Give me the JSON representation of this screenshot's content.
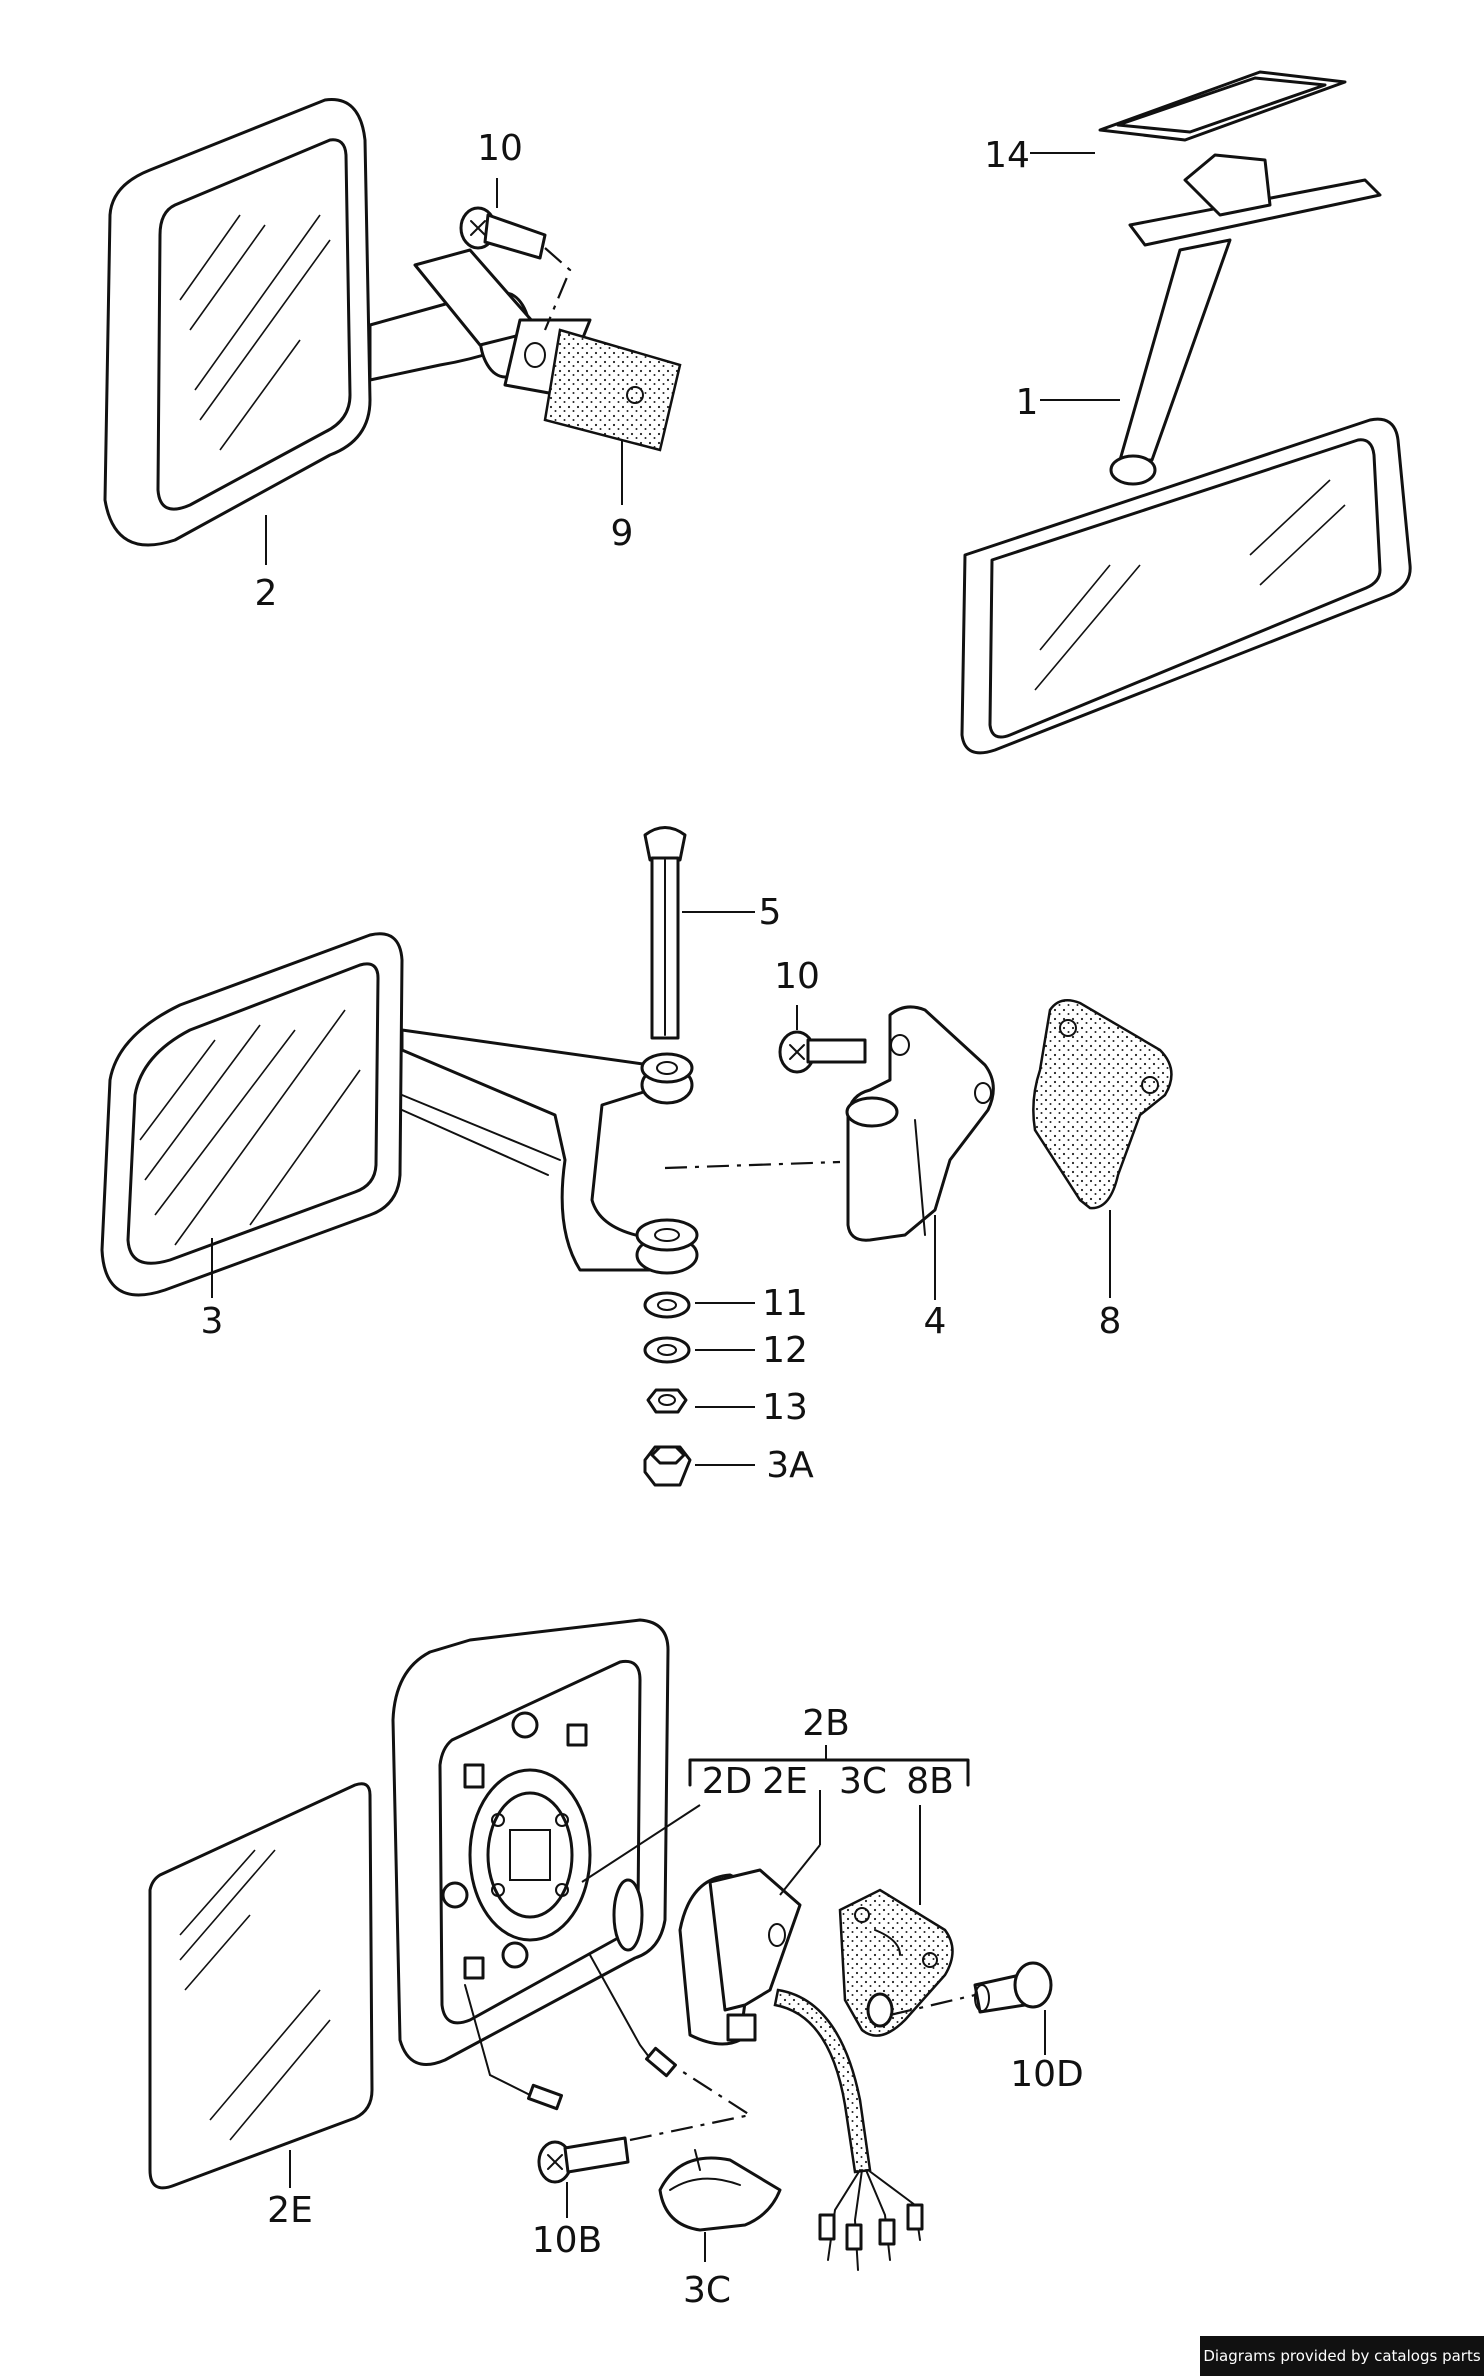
{
  "labels": {
    "p1": "1",
    "p2": "2",
    "p3": "3",
    "p3a": "3A",
    "p4": "4",
    "p5": "5",
    "p8": "8",
    "p9": "9",
    "p10a": "10",
    "p10b": "10",
    "p11": "11",
    "p12": "12",
    "p13": "13",
    "p14": "14",
    "p2b": "2B",
    "p2d": "2D",
    "p2e_top": "2E",
    "p3c_top": "3C",
    "p8b": "8B",
    "p10d": "10D",
    "p2e_bottom": "2E",
    "p10bb": "10B",
    "p3c_bottom": "3C"
  },
  "credit": "Diagrams provided by catalogs parts"
}
